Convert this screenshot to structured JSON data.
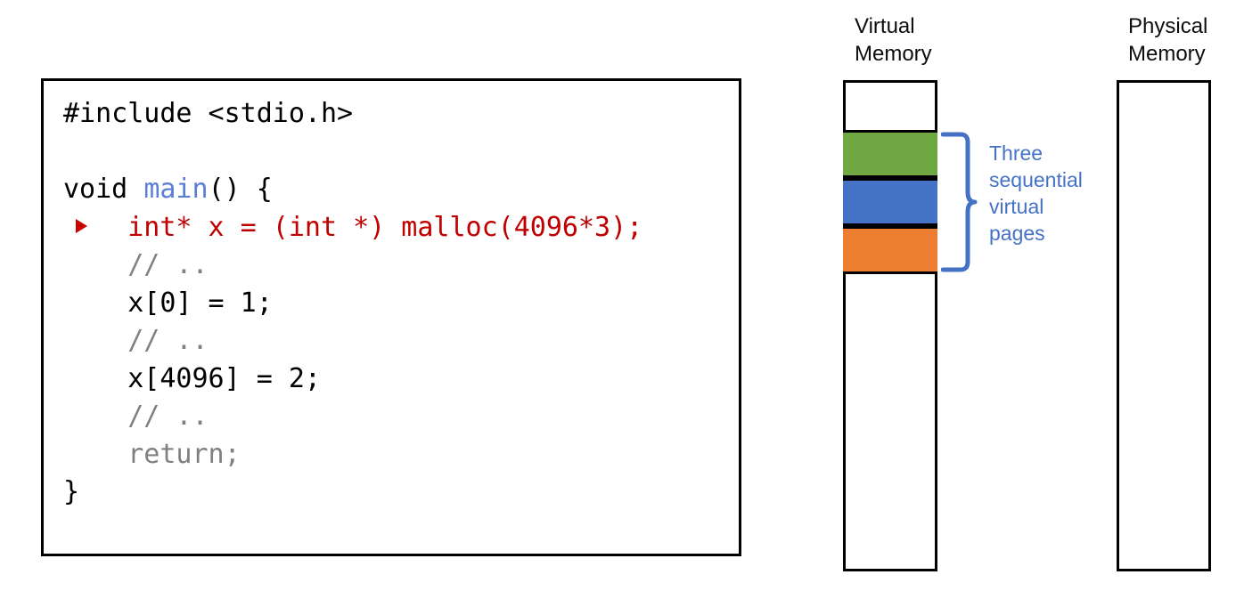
{
  "code_panel": {
    "language": "c",
    "lines": [
      {
        "id": "include",
        "marker": false,
        "indent": 0,
        "tokens": [
          {
            "style": "plain",
            "text": "#include <stdio.h>"
          }
        ]
      },
      {
        "id": "blank-1",
        "marker": false,
        "indent": 0,
        "tokens": [
          {
            "style": "plain",
            "text": ""
          }
        ]
      },
      {
        "id": "main-sig",
        "marker": false,
        "indent": 0,
        "tokens": [
          {
            "style": "plain",
            "text": "void "
          },
          {
            "style": "func",
            "text": "main"
          },
          {
            "style": "plain",
            "text": "() {"
          }
        ]
      },
      {
        "id": "malloc",
        "marker": true,
        "indent": 1,
        "tokens": [
          {
            "style": "alloc",
            "text": "int* x = (int *) malloc(4096*3);"
          }
        ]
      },
      {
        "id": "comment-1",
        "marker": false,
        "indent": 1,
        "tokens": [
          {
            "style": "comment",
            "text": "// .."
          }
        ]
      },
      {
        "id": "store-0",
        "marker": false,
        "indent": 1,
        "tokens": [
          {
            "style": "plain",
            "text": "x[0] = 1;"
          }
        ]
      },
      {
        "id": "comment-2",
        "marker": false,
        "indent": 1,
        "tokens": [
          {
            "style": "comment",
            "text": "// .."
          }
        ]
      },
      {
        "id": "store-1",
        "marker": false,
        "indent": 1,
        "tokens": [
          {
            "style": "plain",
            "text": "x[4096] = 2;"
          }
        ]
      },
      {
        "id": "comment-3",
        "marker": false,
        "indent": 1,
        "tokens": [
          {
            "style": "comment",
            "text": "// .."
          }
        ]
      },
      {
        "id": "return",
        "marker": false,
        "indent": 1,
        "tokens": [
          {
            "style": "return",
            "text": "return;"
          }
        ]
      },
      {
        "id": "close",
        "marker": false,
        "indent": 0,
        "tokens": [
          {
            "style": "plain",
            "text": "}"
          }
        ]
      }
    ],
    "colors": {
      "plain": "#000000",
      "function": "#5b7fd4",
      "allocation": "#c00000",
      "comment": "#808080",
      "marker": "#cc0000"
    }
  },
  "diagram": {
    "virtual_memory": {
      "label": "Virtual\nMemory",
      "pages": [
        {
          "name": "page-green",
          "color": "#6fa843"
        },
        {
          "name": "page-blue",
          "color": "#4472c4"
        },
        {
          "name": "page-orange",
          "color": "#ed7d31"
        }
      ]
    },
    "physical_memory": {
      "label": "Physical\nMemory",
      "pages": []
    },
    "annotation": {
      "text": "Three\nsequential\nvirtual\npages",
      "color": "#4472c4"
    }
  }
}
